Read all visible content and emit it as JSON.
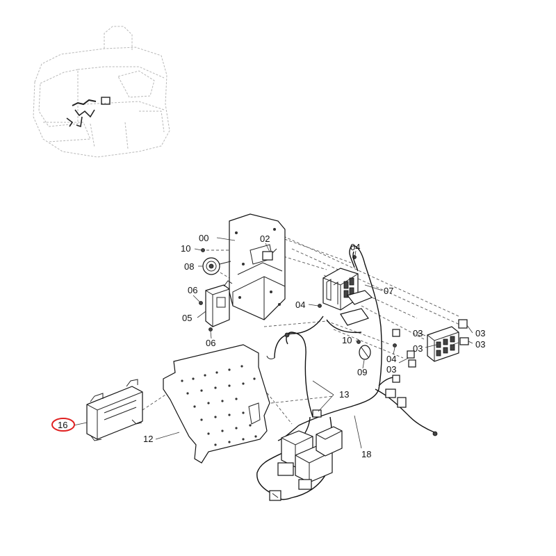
{
  "callouts": {
    "c00": "00",
    "c02": "02",
    "c03a": "03",
    "c03b": "03",
    "c03c": "03",
    "c03d": "03",
    "c03e": "03",
    "c04a": "04",
    "c04b": "04",
    "c04c": "04",
    "c05": "05",
    "c06a": "06",
    "c06b": "06",
    "c07": "07",
    "c08": "08",
    "c09": "09",
    "c10a": "10",
    "c10b": "10",
    "c12": "12",
    "c13": "13",
    "c16": "16",
    "c18": "18"
  },
  "highlight_color": "#e02020"
}
